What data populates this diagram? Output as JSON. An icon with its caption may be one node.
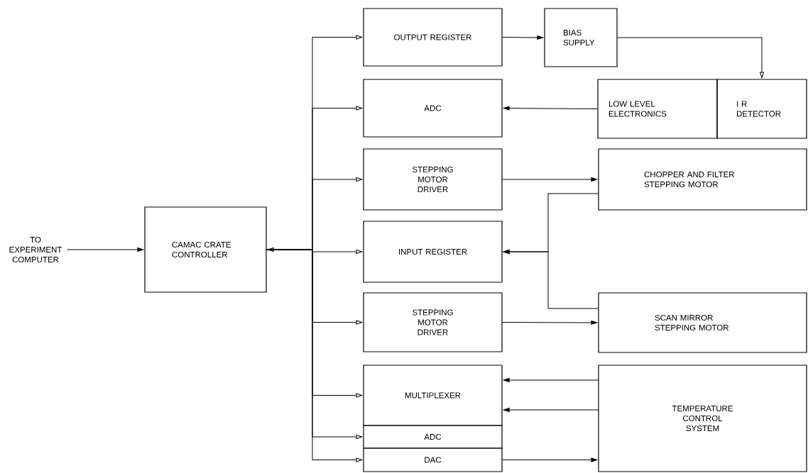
{
  "diagram": {
    "nodes": [
      {
        "text": [
          "TO EXPERIMENT COMPUTER"
        ]
      },
      {
        "text": [
          "CAMAC CRATE CONTROLLER"
        ]
      },
      {
        "text": [
          "OUTPUT REGISTER"
        ]
      },
      {
        "text": [
          "BIAS SUPPLY"
        ]
      },
      {
        "text": [
          "ADC"
        ]
      },
      {
        "text": [
          "LOW LEVEL ELECTRONICS"
        ]
      },
      {
        "text": [
          "I R DETECTOR"
        ]
      },
      {
        "text": [
          "STEPPING MOTOR DRIVER"
        ]
      },
      {
        "text": [
          "CHOPPER AND FILTER STEPPING MOTOR"
        ]
      },
      {
        "text": [
          "INPUT REGISTER"
        ]
      },
      {
        "text": [
          "STEPPING MOTOR DRIVER"
        ]
      },
      {
        "text": [
          "SCAN MIRROR STEPPING MOTOR"
        ]
      },
      {
        "text": [
          "MULTIPLEXER"
        ]
      },
      {
        "text": [
          "ADC"
        ]
      },
      {
        "text": [
          "DAC"
        ]
      },
      {
        "text": [
          "TEMPERATURE CONTROL SYSTEM"
        ]
      }
    ],
    "edges": [
      {
        "from": 0,
        "to": 1,
        "arrow": "to"
      },
      {
        "from": 1,
        "to": 2,
        "arrow": "to"
      },
      {
        "from": 1,
        "to": 4,
        "arrow": "to"
      },
      {
        "from": 1,
        "to": 7,
        "arrow": "to"
      },
      {
        "from": 1,
        "to": 9,
        "arrow": "both"
      },
      {
        "from": 1,
        "to": 10,
        "arrow": "to"
      },
      {
        "from": 1,
        "to": 12,
        "arrow": "to"
      },
      {
        "from": 1,
        "to": 13,
        "arrow": "to"
      },
      {
        "from": 1,
        "to": 14,
        "arrow": "to"
      },
      {
        "from": 2,
        "to": 3,
        "arrow": "to"
      },
      {
        "from": 3,
        "to": 6,
        "arrow": "to"
      },
      {
        "from": 5,
        "to": 4,
        "arrow": "to"
      },
      {
        "from": 7,
        "to": 8,
        "arrow": "to"
      },
      {
        "from": 8,
        "to": 9,
        "arrow": "to"
      },
      {
        "from": 11,
        "to": 9,
        "arrow": "to"
      },
      {
        "from": 10,
        "to": 11,
        "arrow": "to"
      },
      {
        "from": 15,
        "to": 12,
        "arrow": "to"
      },
      {
        "from": 15,
        "to": 12,
        "arrow": "to"
      },
      {
        "from": 14,
        "to": 15,
        "arrow": "to"
      }
    ]
  }
}
